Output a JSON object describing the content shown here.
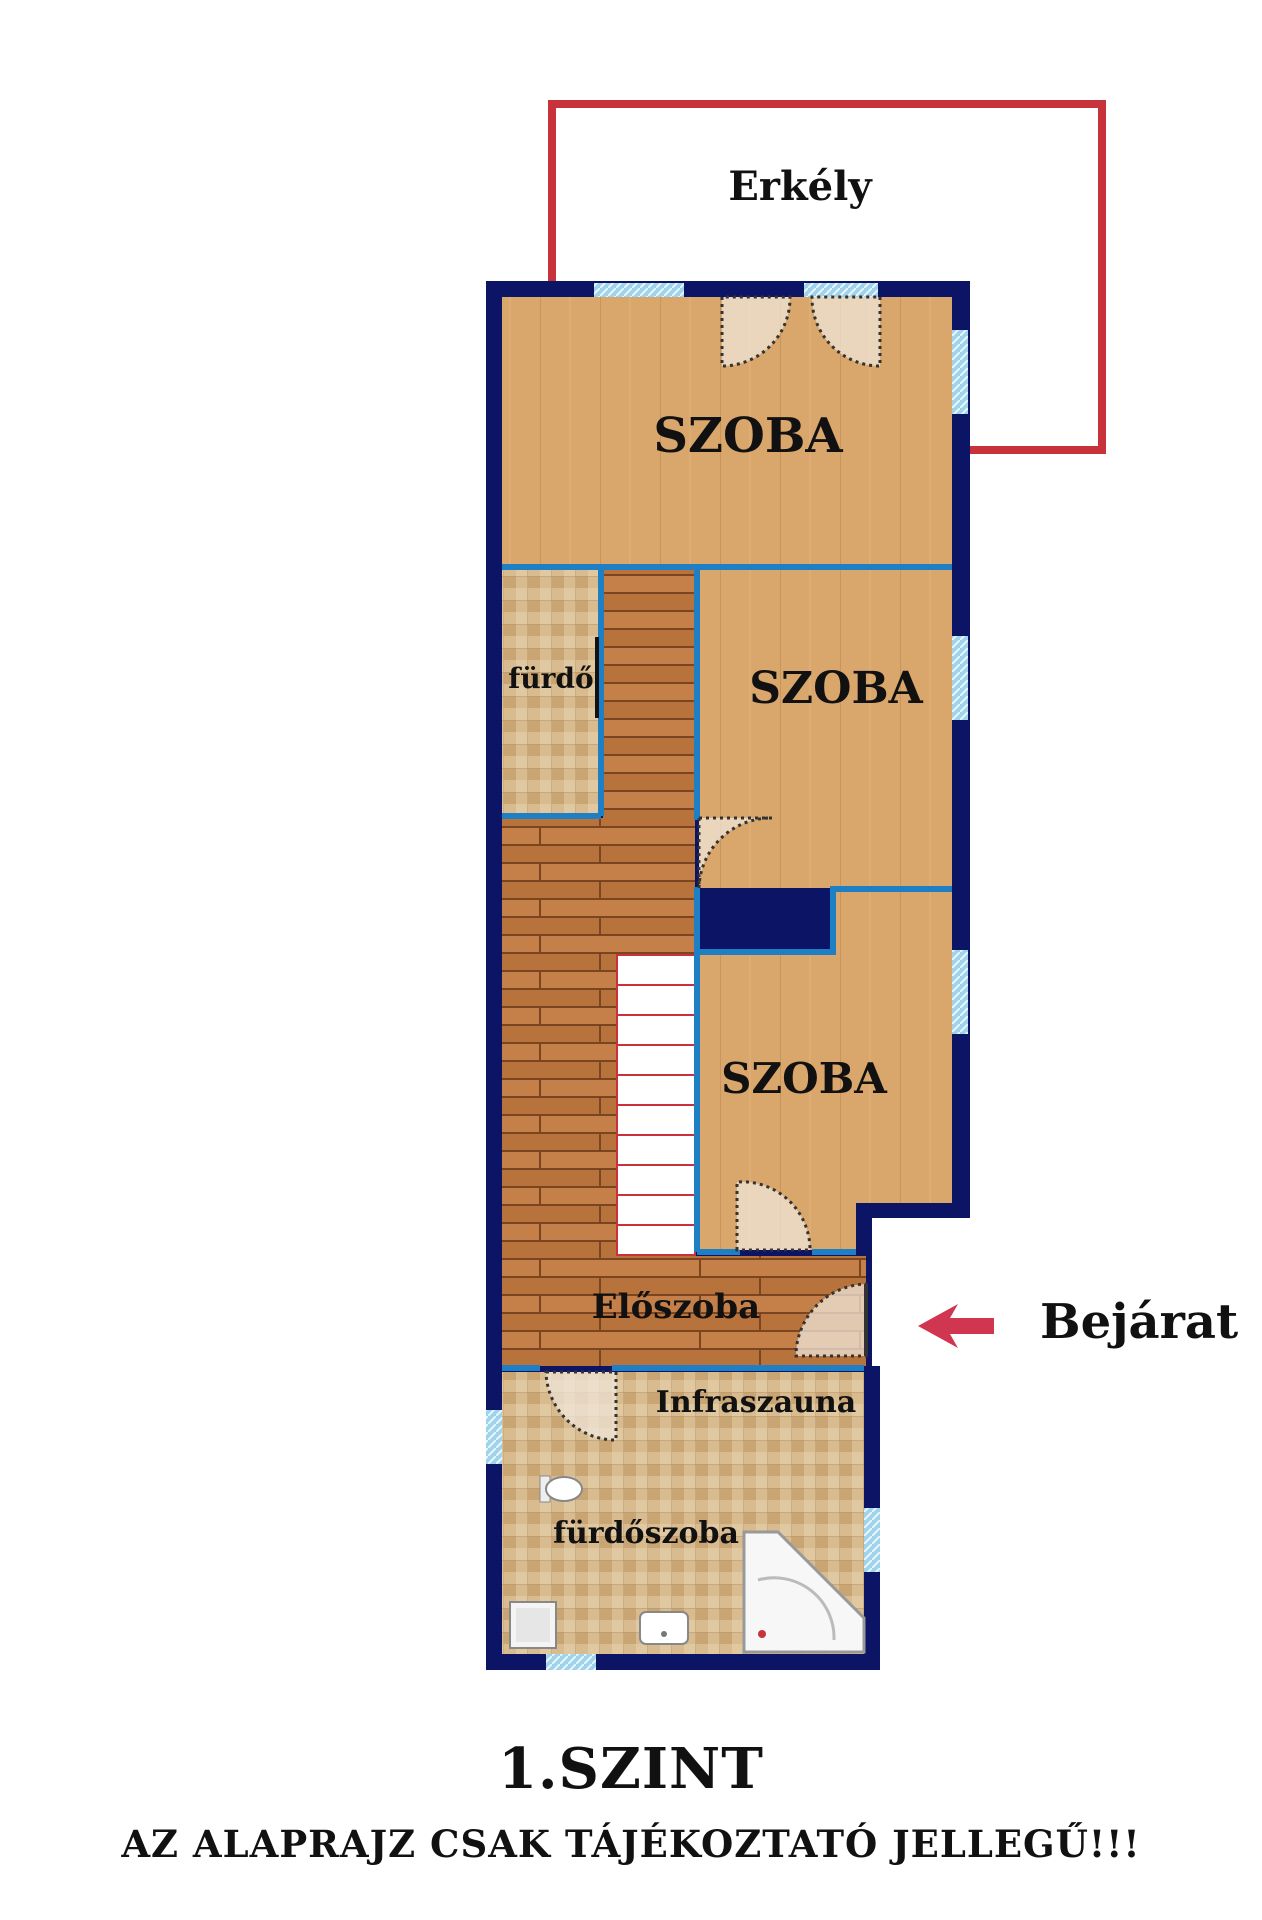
{
  "labels": {
    "balcony": "Erkély",
    "room_1": "SZOBA",
    "room_2": "SZOBA",
    "room_3": "SZOBA",
    "bath_small": "fürdő",
    "hall": "Előszoba",
    "sauna": "Infraszauna",
    "bathroom": "fürdőszoba",
    "entrance": "Bejárat"
  },
  "footer": {
    "level": "1.SZINT",
    "disclaimer": "AZ ALAPRAJZ CSAK TÁJÉKOZTATÓ JELLEGŰ!!!"
  },
  "colors": {
    "outer_wall": "#0c1466",
    "inner_wall": "#1e7fc4",
    "balcony_outline": "#c8323a",
    "wood_floor": "#d9a66c",
    "plank_floor": "#b8733c",
    "tile_floor": "#cfae82",
    "window": "#9fd3ec",
    "entrance_arrow": "#d0364f"
  }
}
